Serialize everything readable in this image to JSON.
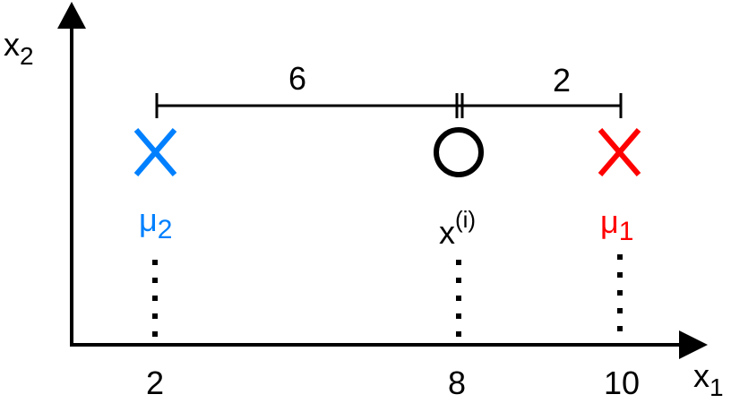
{
  "axes": {
    "x_label": "x",
    "x_sub": "1",
    "y_label": "x",
    "y_sub": "2"
  },
  "ticks": [
    {
      "value": 2,
      "label": "2"
    },
    {
      "value": 8,
      "label": "8"
    },
    {
      "value": 10,
      "label": "10"
    }
  ],
  "distances": {
    "left": "6",
    "right": "2"
  },
  "points": {
    "mu2": {
      "label": "μ",
      "sub": "2",
      "x": 2,
      "color": "#0080FF"
    },
    "sample": {
      "label": "x",
      "sup": "(i)",
      "x": 8,
      "color": "#000000"
    },
    "mu1": {
      "label": "μ",
      "sub": "1",
      "x": 10,
      "color": "#FF0000"
    }
  }
}
